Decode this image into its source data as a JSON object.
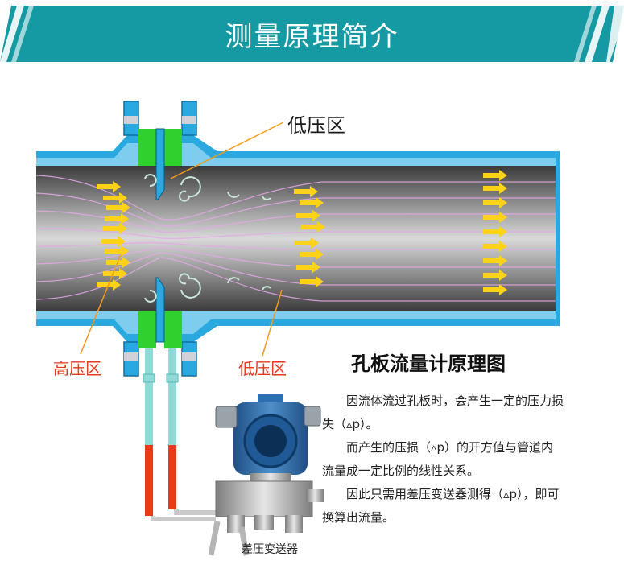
{
  "header": {
    "title": "测量原理简介"
  },
  "labels": {
    "low_pressure_top": "低压区",
    "high_pressure": "高压区",
    "low_pressure_bottom": "低压区"
  },
  "info": {
    "title": "孔板流量计原理图",
    "paragraphs": [
      "因流体流过孔板时，会产生一定的压力损失（▵p）。",
      "而产生的压损（▵p）的开方值与管道内流量成一定比例的线性关系。",
      "因此只需用差压变送器测得（▵p），即可换算出流量。"
    ]
  },
  "transmitter": {
    "label": "差压变送器"
  },
  "colors": {
    "banner": "#159aa4",
    "pipe_wall": "#2aa8e0",
    "orifice_green": "#2fd12f",
    "arrow_yellow": "#ffd21a",
    "label_red": "#e8391a",
    "tube_red": "#e8391a",
    "tube_cyan": "#8fd9d6"
  }
}
